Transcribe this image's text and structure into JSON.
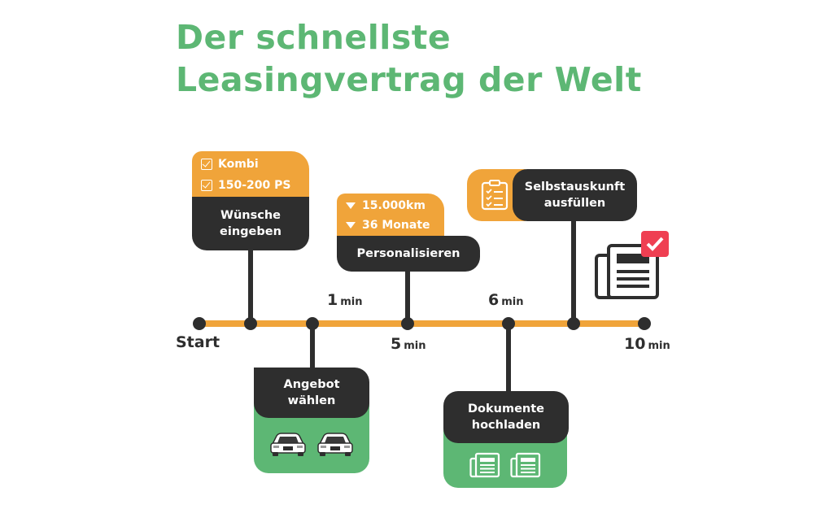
{
  "title": {
    "line1": "Der schnellste",
    "line2": "Leasingvertrag der Welt"
  },
  "timeline_labels": {
    "start": "Start",
    "t1": "1",
    "t5": "5",
    "t6": "6",
    "t10": "10",
    "unit": "min"
  },
  "steps": {
    "wuensche": {
      "line1": "Wünsche",
      "line2": "eingeben",
      "options": [
        "Kombi",
        "150-200 PS"
      ]
    },
    "angebot": {
      "line1": "Angebot",
      "line2": "wählen"
    },
    "personalisieren": {
      "label": "Personalisieren",
      "options": [
        "15.000km",
        "36 Monate"
      ]
    },
    "dokumente": {
      "line1": "Dokumente",
      "line2": "hochladen"
    },
    "selbstauskunft": {
      "line1": "Selbstauskunft",
      "line2": "ausfüllen"
    }
  },
  "colors": {
    "green": "#5db774",
    "orange": "#f0a43a",
    "dark": "#2e2e2e",
    "red": "#ef3f52"
  },
  "icons": [
    "checkbox-icon",
    "dropdown-arrow-icon",
    "car-icon",
    "document-icon",
    "clipboard-icon",
    "newspaper-check-icon"
  ]
}
